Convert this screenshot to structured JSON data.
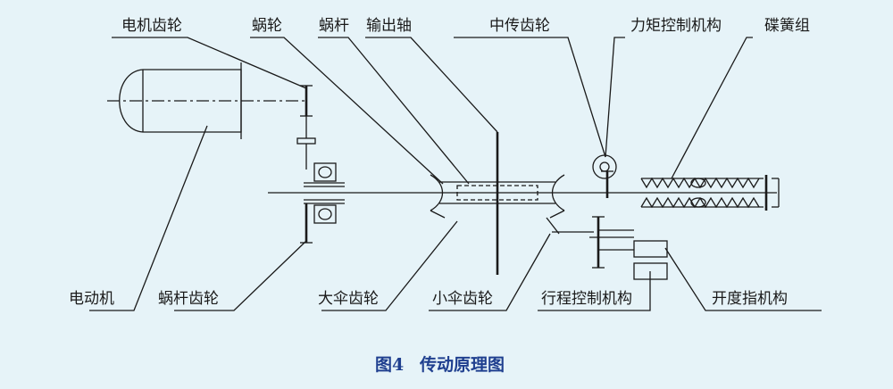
{
  "figure": {
    "labels": {
      "motor_gear": "电机齿轮",
      "worm_wheel": "蜗轮",
      "worm": "蜗杆",
      "output_shaft": "输出轴",
      "intermediate_gear": "中传齿轮",
      "torque_control": "力矩控制机构",
      "disc_spring_set": "碟簧组",
      "motor": "电动机",
      "worm_gear": "蜗杆齿轮",
      "large_bevel_gear": "大伞齿轮",
      "small_bevel_gear": "小伞齿轮",
      "stroke_control": "行程控制机构",
      "opening_indicator": "开度指机构"
    },
    "caption": {
      "number": "图4",
      "title": "传动原理图"
    }
  },
  "colors": {
    "background": "#e6f3f8",
    "line": "#1a1a1a",
    "caption": "#1f3f8f"
  }
}
